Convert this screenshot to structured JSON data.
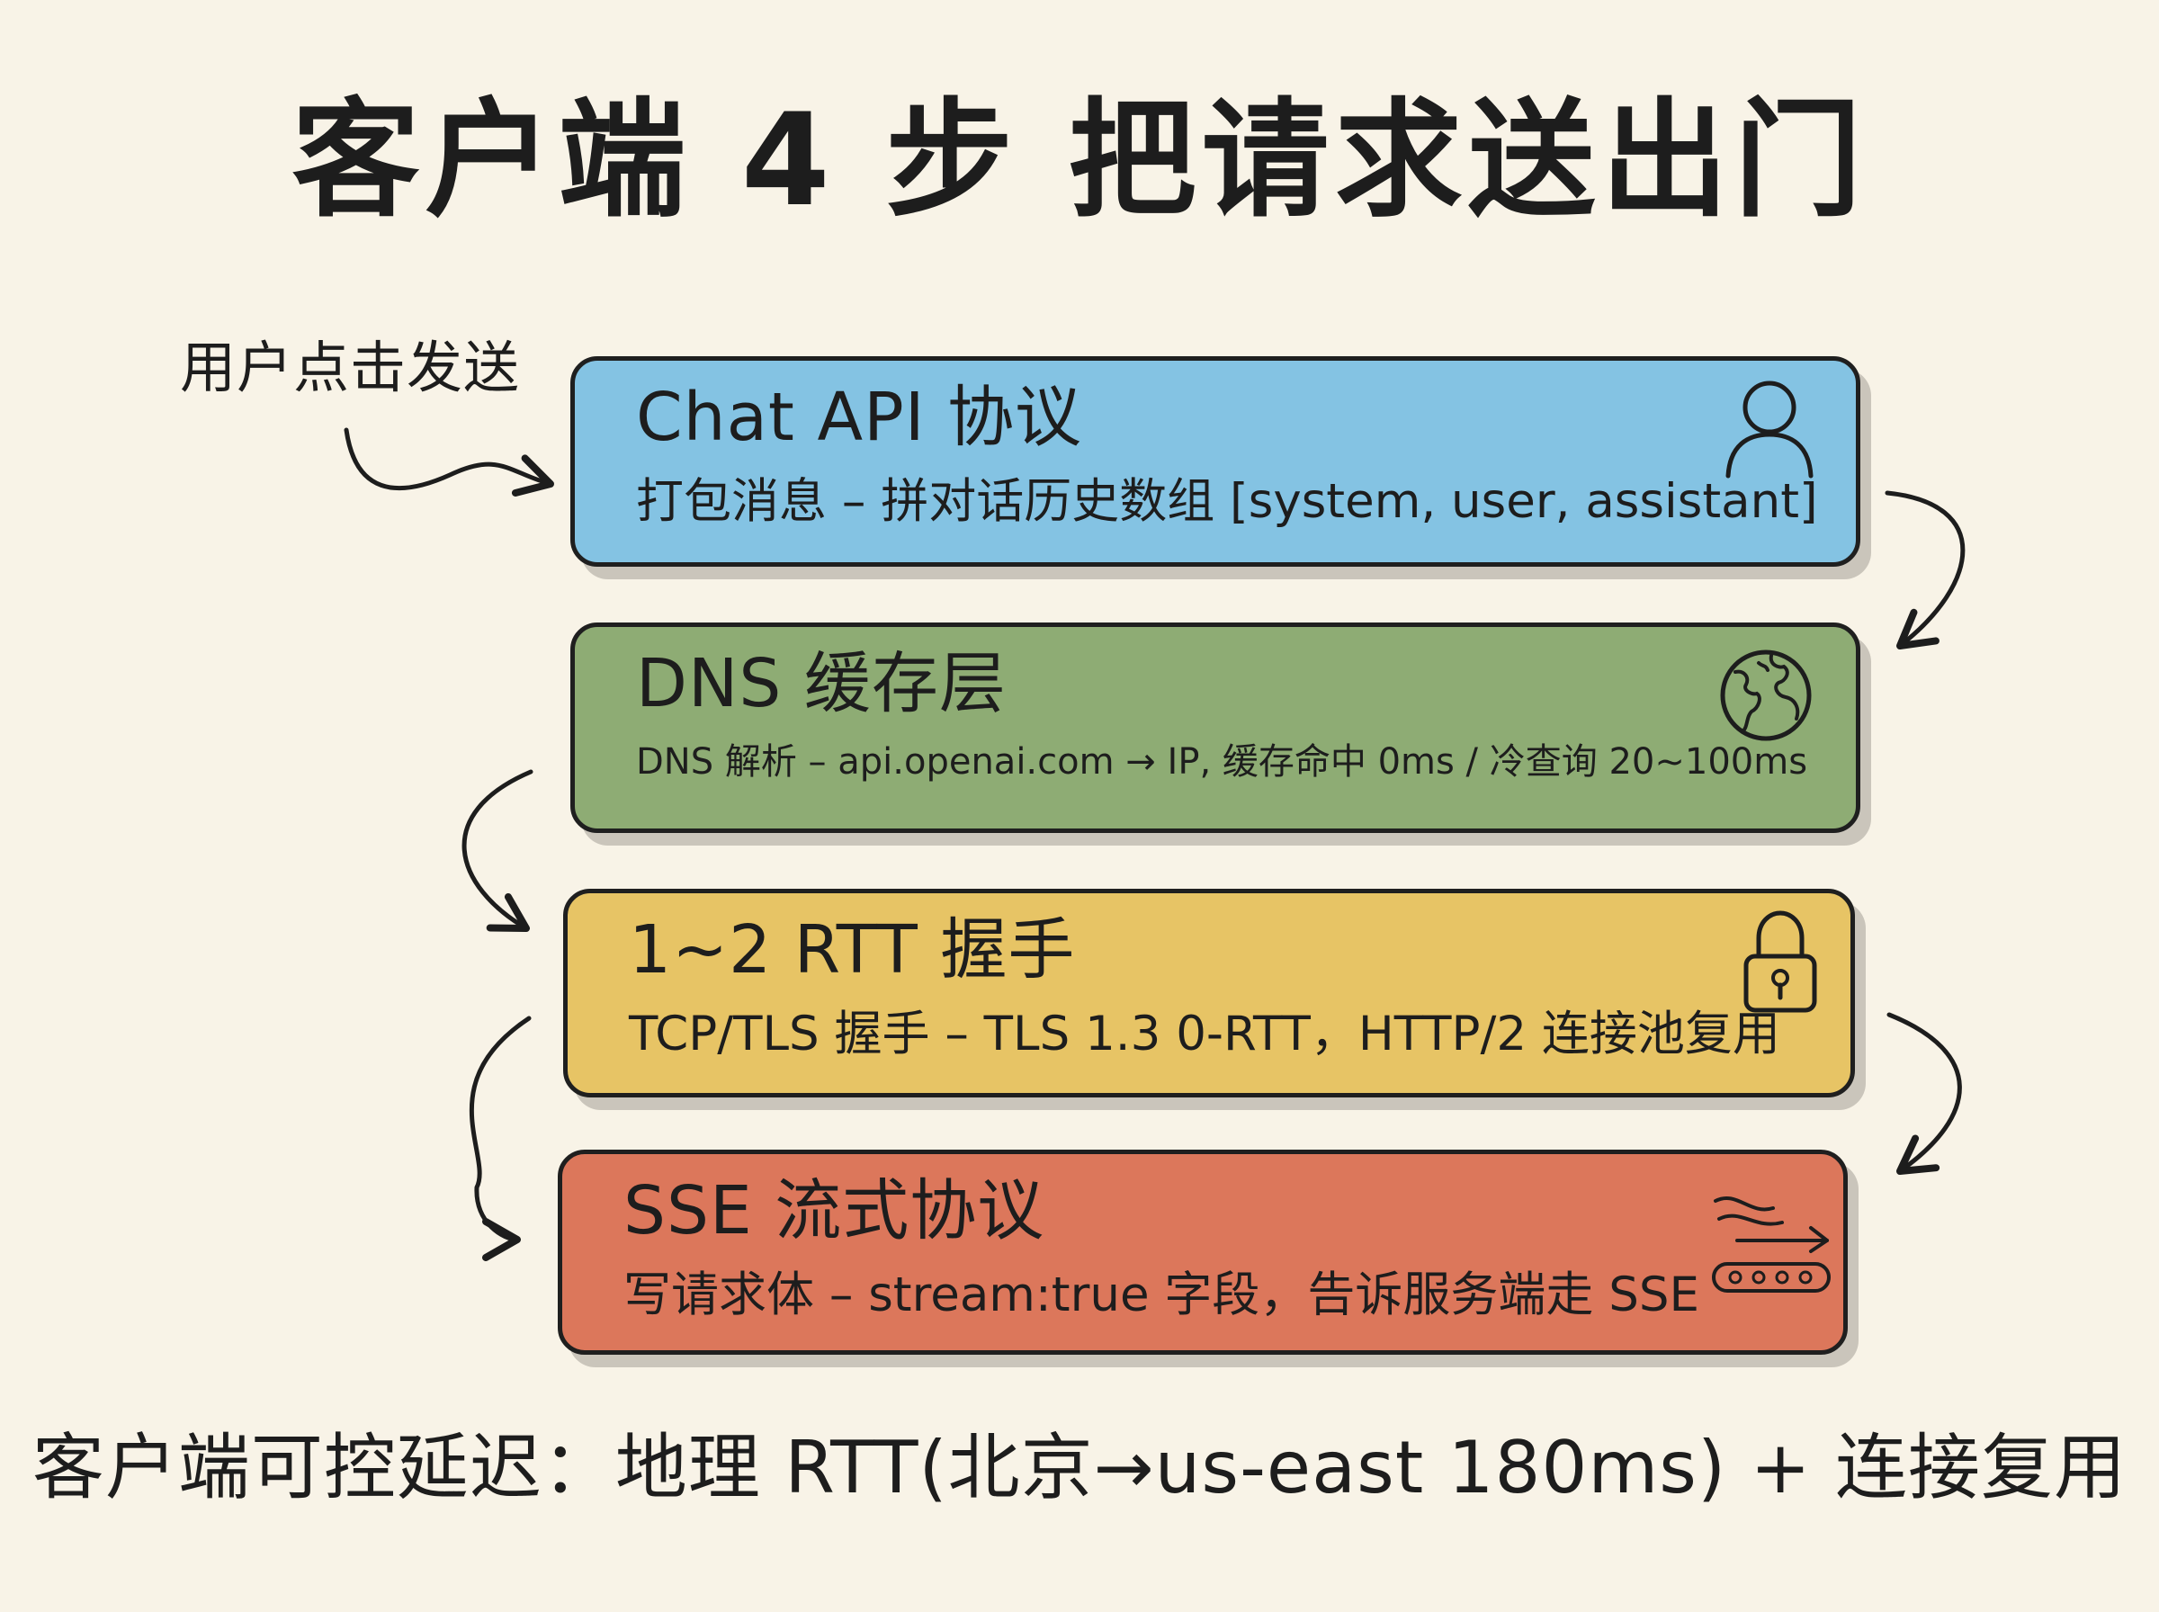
{
  "title": "客户端 4 步 把请求送出门",
  "start_label": "用户点击发送",
  "steps": [
    {
      "heading": "Chat API 协议",
      "description": "打包消息 – 拼对话历史数组 [system, user, assistant]",
      "icon": "user-icon",
      "color": "#84c3e3"
    },
    {
      "heading": "DNS 缓存层",
      "description": "DNS 解析 – api.openai.com → IP, 缓存命中 0ms / 冷查询 20~100ms",
      "icon": "globe-icon",
      "color": "#8eac74"
    },
    {
      "heading": "1~2 RTT 握手",
      "description": "TCP/TLS 握手 – TLS 1.3 0-RTT，HTTP/2 连接池复用",
      "icon": "lock-icon",
      "color": "#e7c465"
    },
    {
      "heading": "SSE 流式协议",
      "description": "写请求体 – stream:true 字段，告诉服务端走 SSE",
      "icon": "stream-icon",
      "color": "#dc775b"
    }
  ],
  "footer": "客户端可控延迟：地理 RTT(北京→us-east 180ms) + 连接复用"
}
